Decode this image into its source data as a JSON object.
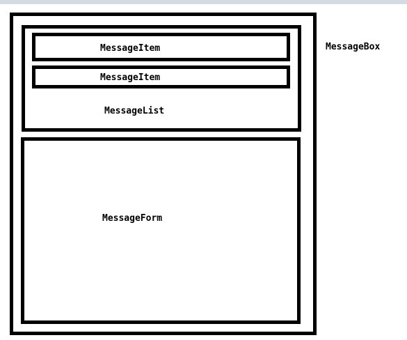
{
  "diagram": {
    "message_box_label": "MessageBox",
    "message_list_label": "MessageList",
    "message_item_labels": [
      "MessageItem",
      "MessageItem"
    ],
    "message_form_label": "MessageForm"
  },
  "colors": {
    "border": "#000000",
    "background": "#ffffff",
    "top_strip": "#d4dbe3"
  }
}
